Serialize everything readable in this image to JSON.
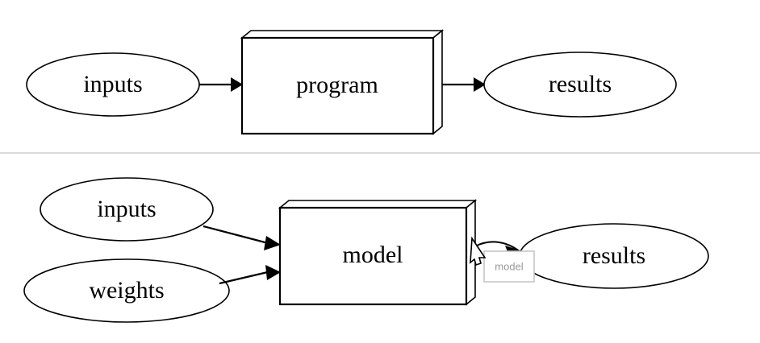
{
  "page": {
    "title": "program vs model diagram",
    "background_color": "#ffffff",
    "stroke_color": "#000000",
    "divider_color": "#d9d9d9",
    "tooltip_text_color": "#9a9a9a"
  },
  "diagram": {
    "type": "flowchart",
    "panels": [
      {
        "id": "classic-programming",
        "nodes": [
          {
            "id": "inputs-top",
            "shape": "ellipse",
            "label": "inputs"
          },
          {
            "id": "program",
            "shape": "box3d",
            "label": "program"
          },
          {
            "id": "results-top",
            "shape": "ellipse",
            "label": "results"
          }
        ],
        "edges": [
          {
            "from": "inputs-top",
            "to": "program",
            "arrow": true
          },
          {
            "from": "program",
            "to": "results-top",
            "arrow": true
          }
        ]
      },
      {
        "id": "machine-learning",
        "nodes": [
          {
            "id": "inputs-bottom",
            "shape": "ellipse",
            "label": "inputs"
          },
          {
            "id": "weights",
            "shape": "ellipse",
            "label": "weights"
          },
          {
            "id": "model",
            "shape": "box3d",
            "label": "model"
          },
          {
            "id": "results-bottom",
            "shape": "ellipse",
            "label": "results"
          }
        ],
        "edges": [
          {
            "from": "inputs-bottom",
            "to": "model",
            "arrow": true
          },
          {
            "from": "weights",
            "to": "model",
            "arrow": true
          },
          {
            "from": "model",
            "to": "results-bottom",
            "arrow": true
          }
        ]
      }
    ]
  },
  "overlay": {
    "cursor": {
      "name": "drag-cursor",
      "visible": true
    },
    "drag_tooltip": {
      "label": "model",
      "visible": true
    }
  }
}
